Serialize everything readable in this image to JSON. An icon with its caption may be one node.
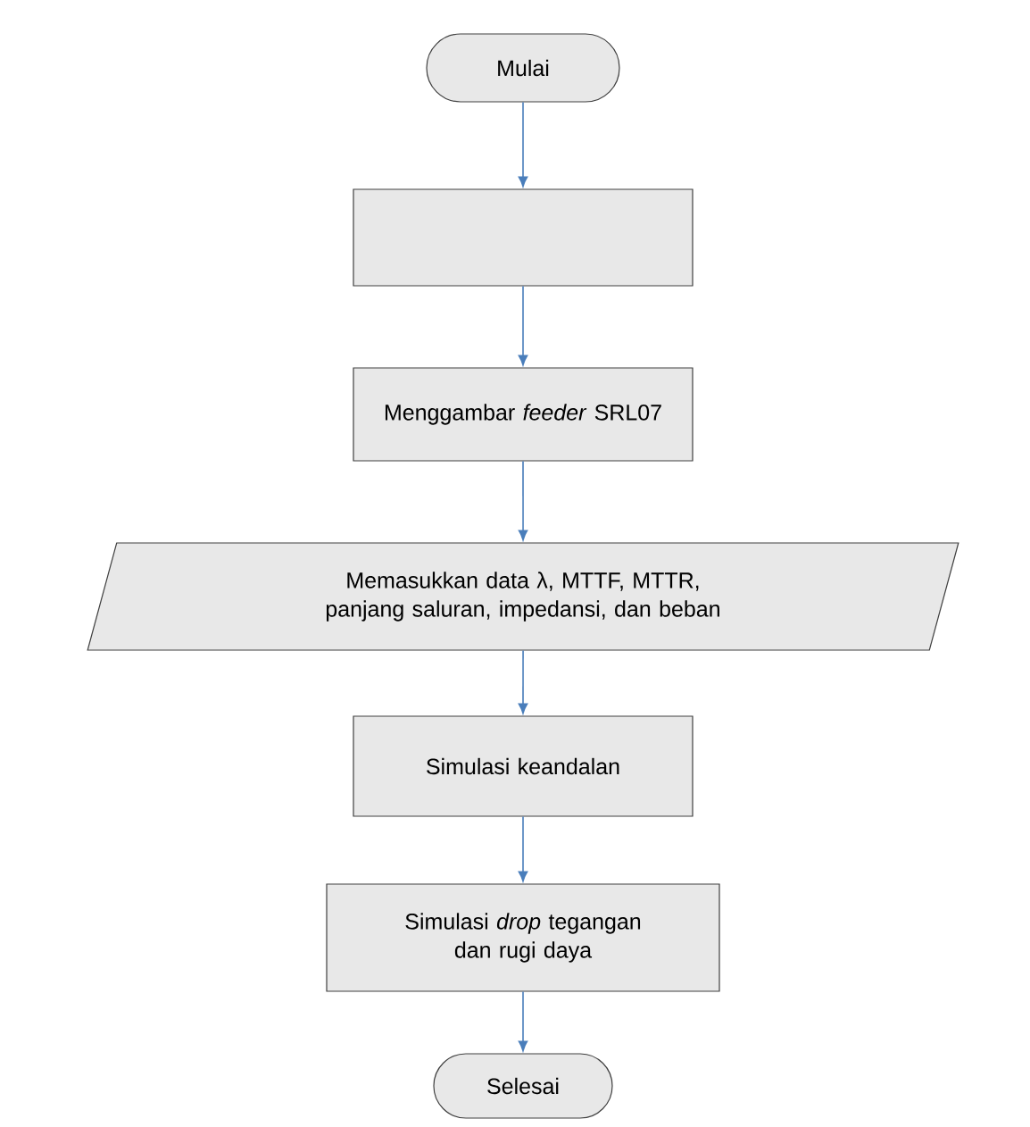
{
  "diagram": {
    "nodes": [
      {
        "text": [
          "Mulai"
        ]
      },
      {
        "text": [],
        "shape": "box"
      },
      {
        "text": [
          "Menggambar *feeder* SRL07"
        ]
      },
      {
        "text": [
          "Memasukkan data λ, MTTF, MTTR, panjang saluran, impedansi, dan beban"
        ]
      },
      {
        "text": [
          "Simulasi keandalan"
        ]
      },
      {
        "text": [
          "Simulasi *drop* tegangan dan rugi daya"
        ]
      },
      {
        "text": [
          "Selesai"
        ]
      }
    ],
    "edges": [
      {
        "from": 0,
        "to": 1,
        "arrow": "to"
      },
      {
        "from": 1,
        "to": 2,
        "arrow": "to"
      },
      {
        "from": 2,
        "to": 3,
        "arrow": "to"
      },
      {
        "from": 3,
        "to": 4,
        "arrow": "to"
      },
      {
        "from": 4,
        "to": 5,
        "arrow": "to"
      },
      {
        "from": 5,
        "to": 6,
        "arrow": "to"
      }
    ]
  }
}
